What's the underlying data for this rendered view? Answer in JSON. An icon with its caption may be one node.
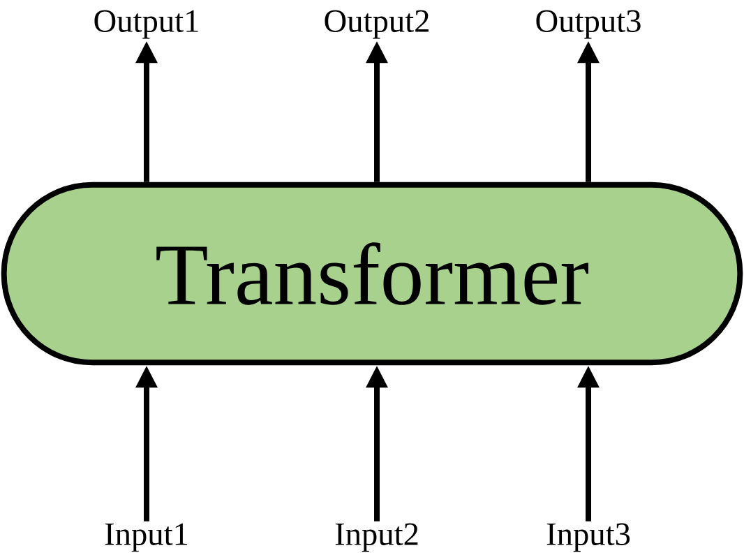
{
  "diagram": {
    "nodes": [
      {
        "text": [
          "Transformer"
        ]
      },
      {
        "text": [
          "Input1"
        ]
      },
      {
        "text": [
          "Input2"
        ]
      },
      {
        "text": [
          "Input3"
        ]
      },
      {
        "text": [
          "Output1"
        ]
      },
      {
        "text": [
          "Output2"
        ]
      },
      {
        "text": [
          "Output3"
        ]
      }
    ],
    "edges": [
      {
        "from": 1,
        "to": 0,
        "arrow": "to"
      },
      {
        "from": 2,
        "to": 0,
        "arrow": "to"
      },
      {
        "from": 3,
        "to": 0,
        "arrow": "to"
      },
      {
        "from": 0,
        "to": 4,
        "arrow": "to"
      },
      {
        "from": 0,
        "to": 5,
        "arrow": "to"
      },
      {
        "from": 0,
        "to": 6,
        "arrow": "to"
      }
    ]
  }
}
